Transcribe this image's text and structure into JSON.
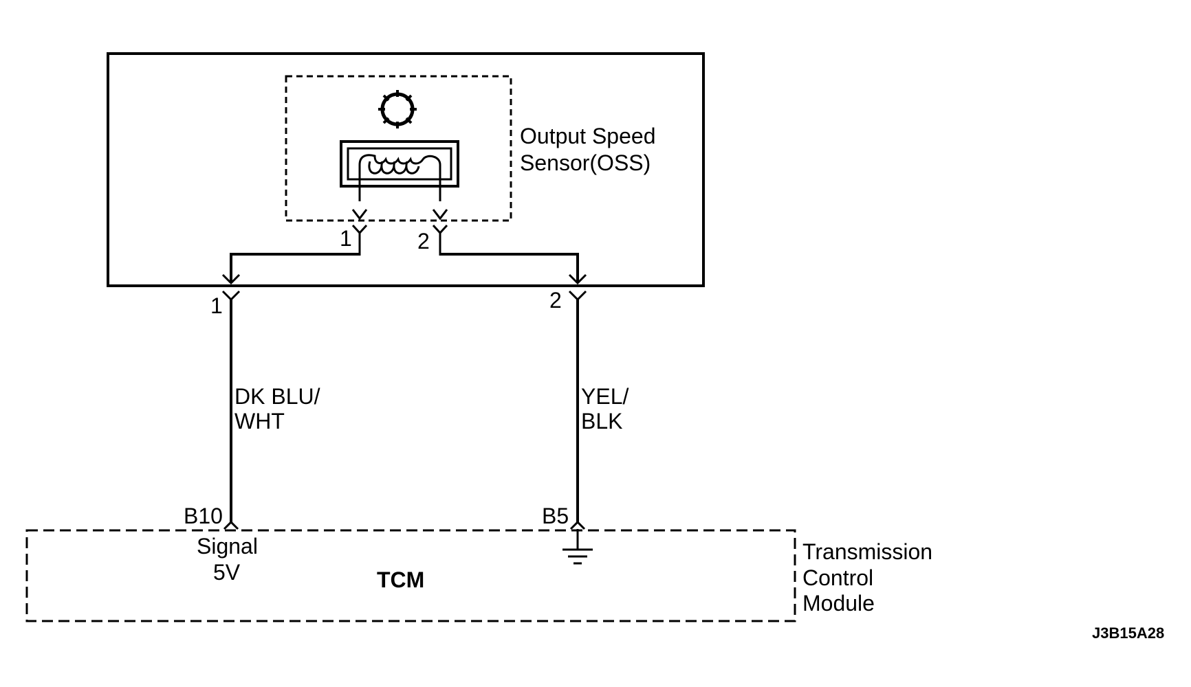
{
  "sensor": {
    "name_line1": "Output Speed",
    "name_line2": "Sensor(OSS)",
    "inner_pin_1": "1",
    "inner_pin_2": "2"
  },
  "harness": {
    "pin_1": "1",
    "pin_2": "2"
  },
  "wires": {
    "signal_color_line1": "DK BLU/",
    "signal_color_line2": "WHT",
    "ground_color_line1": "YEL/",
    "ground_color_line2": "BLK"
  },
  "tcm": {
    "terminal_signal": "B10",
    "terminal_ground": "B5",
    "signal_label": "Signal",
    "signal_voltage": "5V",
    "abbreviation": "TCM",
    "name_line1": "Transmission",
    "name_line2": "Control",
    "name_line3": "Module"
  },
  "figure_code": "J3B15A28"
}
